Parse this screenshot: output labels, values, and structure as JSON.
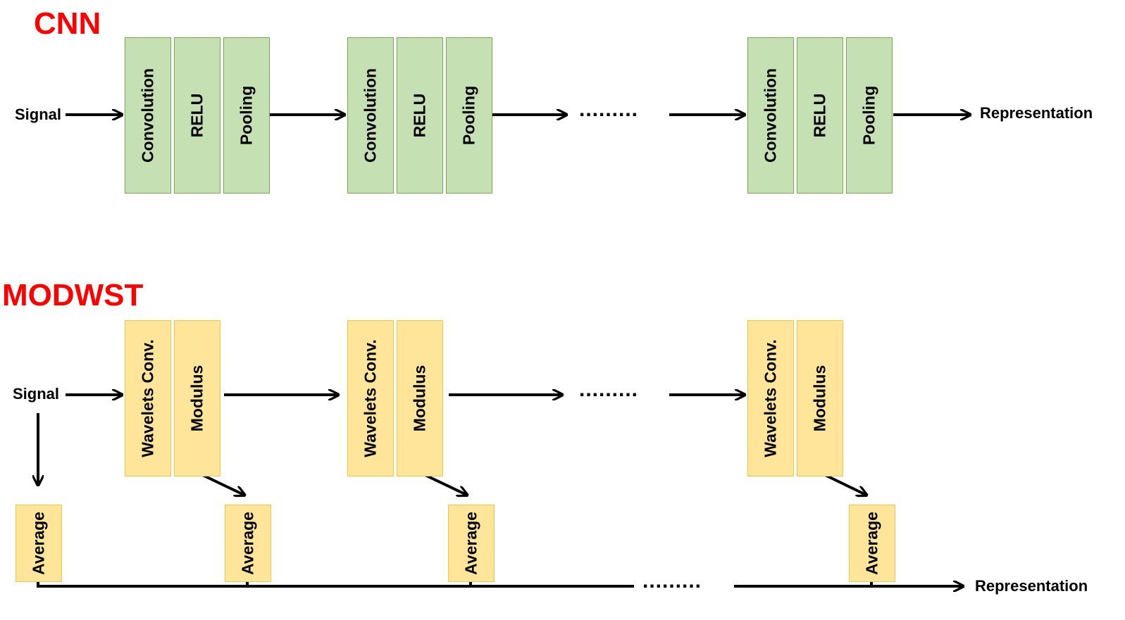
{
  "cnn": {
    "title": "CNN",
    "input_label": "Signal",
    "output_label": "Representation",
    "ellipsis": ".........",
    "block_labels": [
      "Convolution",
      "RELU",
      "Pooling"
    ]
  },
  "modwst": {
    "title": "MODWST",
    "input_label": "Signal",
    "output_label": "Representation",
    "ellipsis": ".........",
    "block_labels": [
      "Wavelets Conv.",
      "Modulus"
    ],
    "average_label": "Average"
  },
  "colors": {
    "title": "#ff0000",
    "green_fill": "#c5e0b3",
    "green_border": "#70ad47",
    "yellow_fill": "#fee599",
    "yellow_border": "#f4c443"
  }
}
